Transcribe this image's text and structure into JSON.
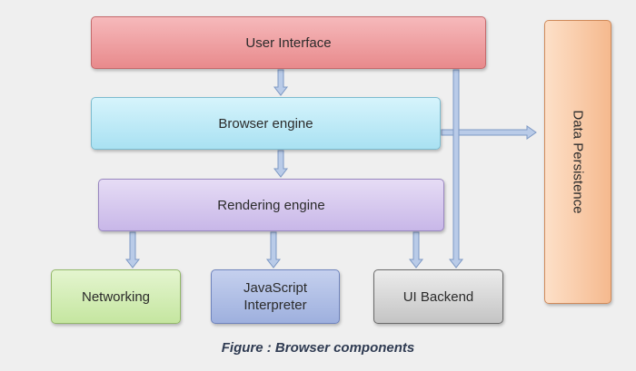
{
  "diagram": {
    "boxes": {
      "user_interface": "User  Interface",
      "browser_engine": "Browser engine",
      "rendering_engine": "Rendering engine",
      "networking": "Networking",
      "javascript_interpreter_line1": "JavaScript",
      "javascript_interpreter_line2": "Interpreter",
      "ui_backend": "UI Backend",
      "data_persistence": "Data Persistence"
    },
    "caption": "Figure : Browser components",
    "colors": {
      "arrow_fill": "#b9cbe8",
      "arrow_stroke": "#7d98c4"
    }
  }
}
